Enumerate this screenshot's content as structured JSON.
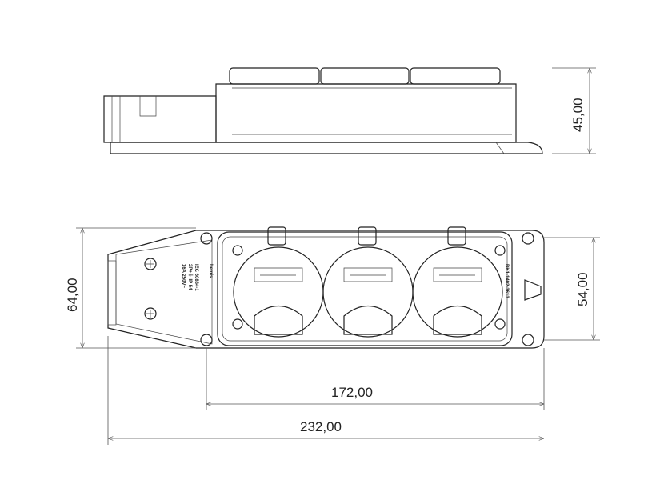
{
  "dimensions": {
    "height_side": "45,00",
    "width_plan": "64,00",
    "socket_width": "54,00",
    "socket_length": "172,00",
    "total_length": "232,00"
  },
  "labels": {
    "part_number": "BK1-1402-3613",
    "standard": "IEC 60884-1",
    "rating_line1": "2P+⏚ IP 54",
    "rating_line2": "16A 250V~",
    "brand": "bemis"
  }
}
